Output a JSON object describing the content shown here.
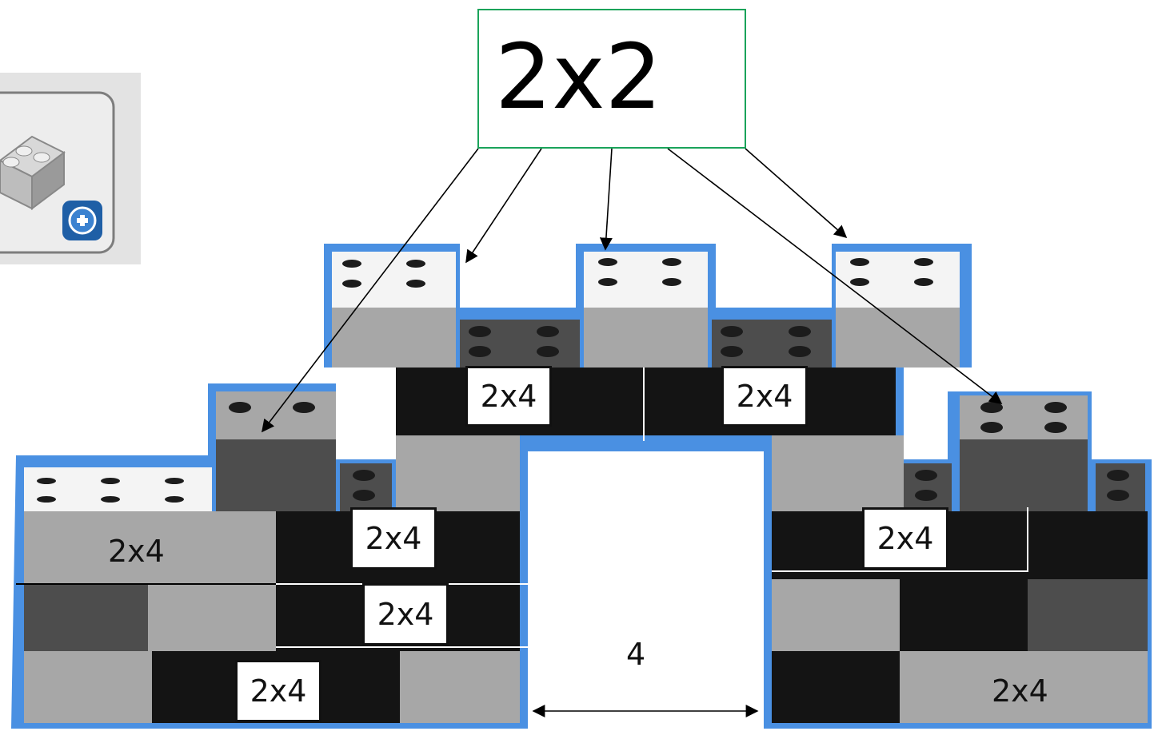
{
  "title_box": {
    "text": "2x2",
    "border_color": "#1aa35a"
  },
  "palette_button": {
    "icon": "add-brick-icon",
    "badge_color": "#1f5fa6"
  },
  "brick_labels": {
    "upper_left": "2x4",
    "upper_right": "2x4",
    "mid_left": "2x4",
    "mid_right": "2x4",
    "left_plain": "2x4",
    "center_left_row": "2x4",
    "bottom_left": "2x4",
    "bottom_right": "2x4"
  },
  "gap_width_label": "4",
  "colors": {
    "outline": "#4a90e2",
    "white_brick": "#f4f4f4",
    "light_gray": "#a7a7a7",
    "mid_gray": "#8c8c8c",
    "dark_gray": "#4d4d4d",
    "black": "#141414"
  }
}
